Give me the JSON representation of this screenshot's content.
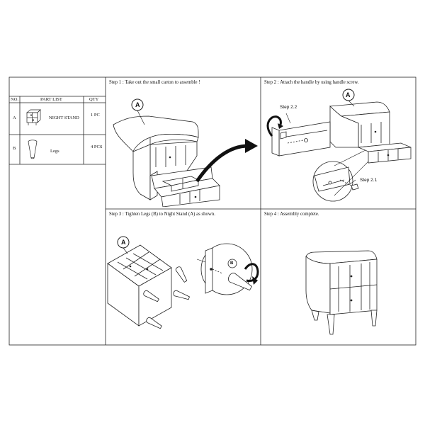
{
  "parts_table": {
    "headers": {
      "no": "NO.",
      "part_list": "PART LIST",
      "qty": "QTY"
    },
    "rows": [
      {
        "no": "A",
        "name": "NIGHT STAND",
        "qty": "1 PC",
        "icon": "nightstand-icon"
      },
      {
        "no": "B",
        "name": "Legs",
        "qty": "4 PCS",
        "icon": "leg-icon"
      }
    ]
  },
  "steps": [
    {
      "caption": "Step 1 : Take out the small carton to assemble !",
      "label": "A"
    },
    {
      "caption": "Step 2 : Attach the handle by using handle screw.",
      "label": "A",
      "sub_a": "Step 2.2",
      "sub_b": "Step 2.1"
    },
    {
      "caption": "Step 3 : Tighten Legs (B) to Night Stand (A) as shown.",
      "label": "A",
      "detail_label": "B"
    },
    {
      "caption": "Step 4 : Assembly complete."
    }
  ],
  "colors": {
    "line": "#222222",
    "background": "#ffffff"
  }
}
